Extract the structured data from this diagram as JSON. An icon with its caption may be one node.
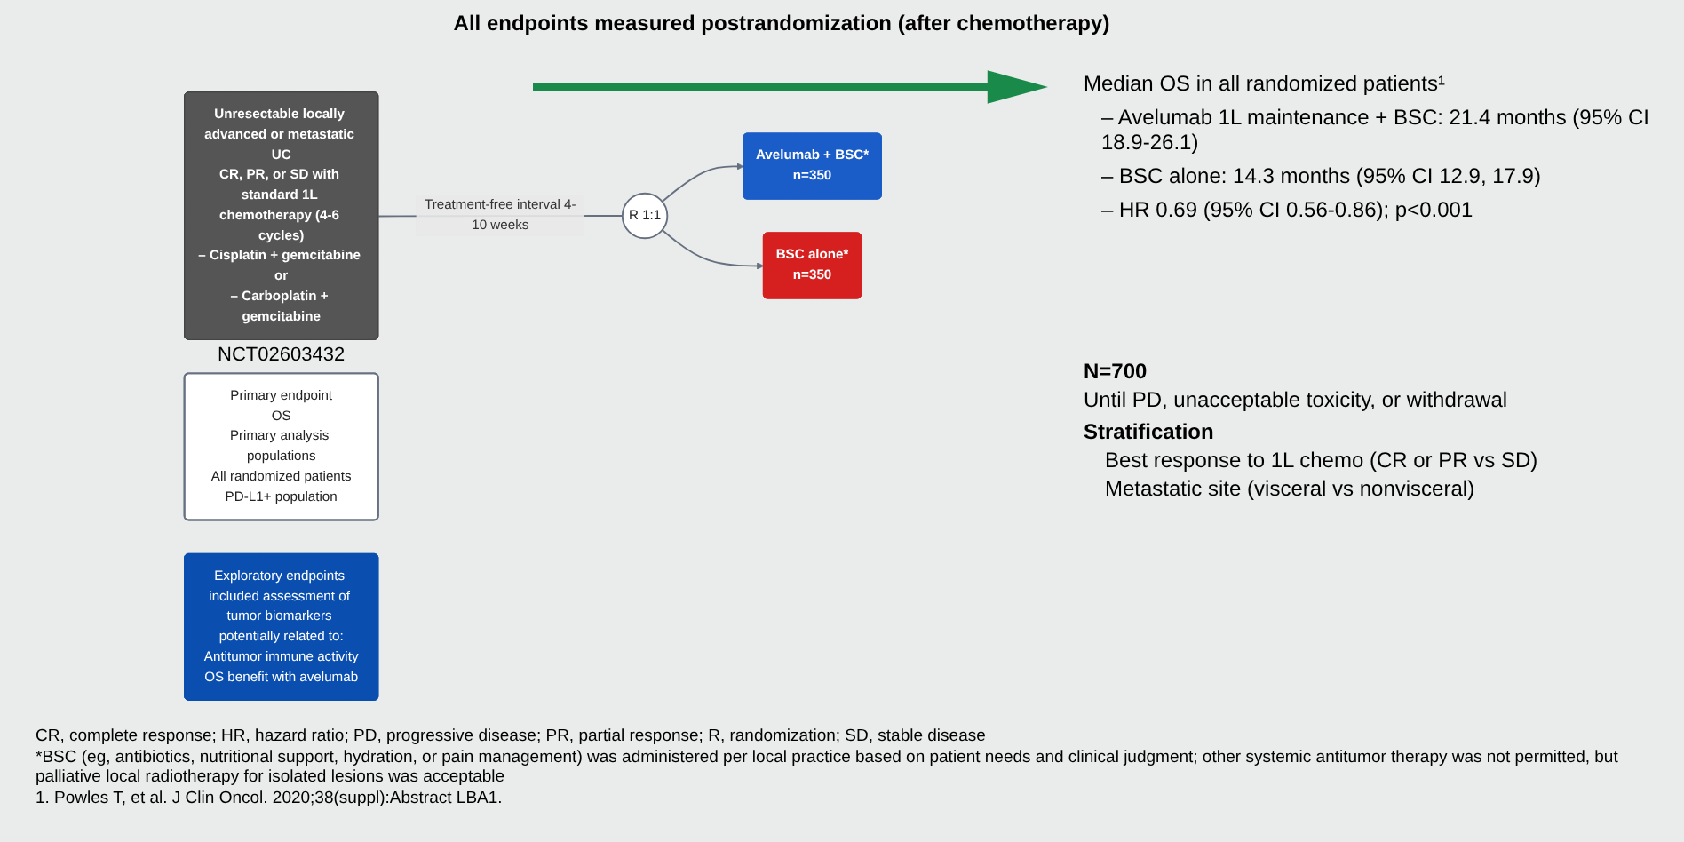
{
  "diagram": {
    "nodes": [
      {
        "text": [
          "Unresectable locally advanced or metastatic UC",
          "CR, PR, or SD with standard 1L chemotherapy (4-6 cycles)",
          "– Cisplatin + gemcitabine or",
          "– Carboplatin + gemcitabine"
        ],
        "beside": [
          "NCT02603432"
        ]
      },
      {
        "text": [
          "R 1:1"
        ]
      },
      {
        "text": [
          "Avelumab + BSC*",
          "n=350"
        ]
      },
      {
        "text": [
          "BSC alone*",
          "n=350"
        ]
      },
      {
        "text": [
          "Primary endpoint",
          "OS",
          "Primary analysis populations",
          "All randomized patients",
          "PD-L1+ population"
        ]
      },
      {
        "text": [
          "Exploratory endpoints included assessment of tumor biomarkers potentially related to:",
          "Antitumor immune activity",
          "OS benefit with avelumab"
        ]
      }
    ],
    "edges": [
      {
        "from": 0,
        "to": 1,
        "arrow": "none",
        "label": "Treatment-free interval 4-10 weeks"
      },
      {
        "from": 1,
        "to": 2,
        "arrow": "to"
      },
      {
        "from": 1,
        "to": 3,
        "arrow": "to"
      }
    ],
    "labels": [
      "All endpoints measured postrandomization (after chemotherapy)",
      "N=700",
      "Until PD, unacceptable toxicity, or withdrawal",
      "Stratification",
      "Best response to 1L chemo (CR or PR vs SD)",
      "Metastatic site (visceral vs nonvisceral)",
      "Median OS in all randomized patients¹",
      "– Avelumab 1L maintenance + BSC: 21.4 months (95% CI 18.9-26.1)",
      "– BSC alone: 14.3 months (95% CI 12.9, 17.9)",
      "– HR 0.69 (95% CI 0.56-0.86); p<0.001",
      "CR, complete response; HR, hazard ratio; PD, progressive disease; PR, partial response; R, randomization; SD, stable disease",
      "*BSC (eg, antibiotics, nutritional support, hydration, or pain management) was administered per local practice based on patient needs and clinical judgment; other systemic antitumor therapy was not permitted, but palliative local radiotherapy for isolated lesions was acceptable",
      "1. Powles T, et al. J Clin Oncol. 2020;38(suppl):Abstract LBA1."
    ]
  }
}
